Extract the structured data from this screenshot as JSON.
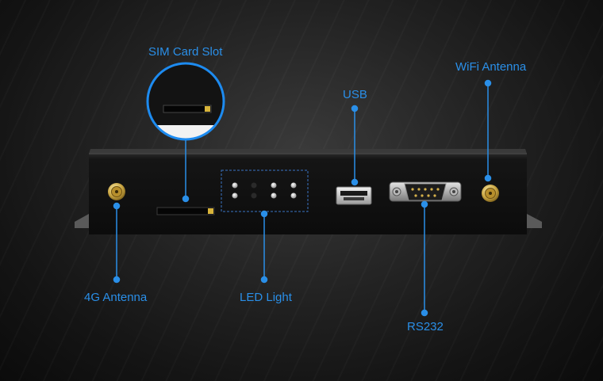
{
  "labels": {
    "sim_card_slot": "SIM Card Slot",
    "wifi_antenna": "WiFi Antenna",
    "usb": "USB",
    "antenna_4g": "4G Antenna",
    "led_light": "LED Light",
    "rs232": "RS232"
  },
  "colors": {
    "accent": "#2a8fe8",
    "device_body": "#141414",
    "background": "#1e1e1e"
  }
}
